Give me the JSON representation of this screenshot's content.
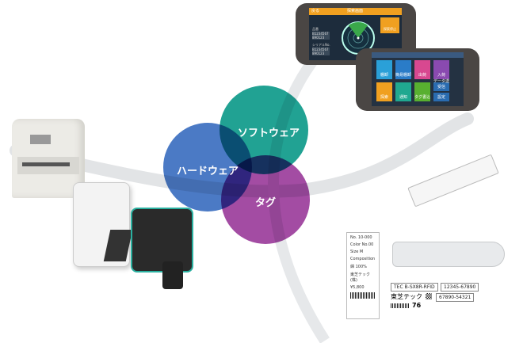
{
  "diagram": {
    "circles": [
      {
        "label": "ソフトウェア",
        "color": "#0e9a8a"
      },
      {
        "label": "ハードウェア",
        "color": "#3b6fc0"
      },
      {
        "label": "タグ",
        "color": "#9b3d9b"
      }
    ]
  },
  "phone1": {
    "back": "戻る",
    "title": "探索画面",
    "stop_button": "探索停止",
    "field1_label": "品番",
    "field1_value": "B1234567 890123",
    "field2_label": "シリアルNo.",
    "field2_value": "B1234567 890123",
    "accent": "#f0a020"
  },
  "phone2": {
    "tiles": [
      "棚卸",
      "簡易棚卸",
      "出荷",
      "入荷",
      "探索",
      "通知",
      "タグ書込",
      "データ送受信",
      "設定"
    ],
    "tile_colors": [
      "#2aa0d8",
      "#2a7cc8",
      "#d84890",
      "#8a4ab0",
      "#f0a020",
      "#20a890",
      "#58b030",
      "#2a6cb0",
      "#2a6cb0"
    ]
  },
  "hang_tag": {
    "lines": [
      "No. 10-000",
      "Color No.00",
      "Size M",
      "Composition",
      "綿 100%",
      "東芝テック(株)",
      "¥5,800"
    ]
  },
  "label": {
    "model": "TEC B-SX8R-RFID",
    "code1": "12345-67890",
    "brand": "東芝テック",
    "code2": "67890-54321",
    "number": "76"
  }
}
